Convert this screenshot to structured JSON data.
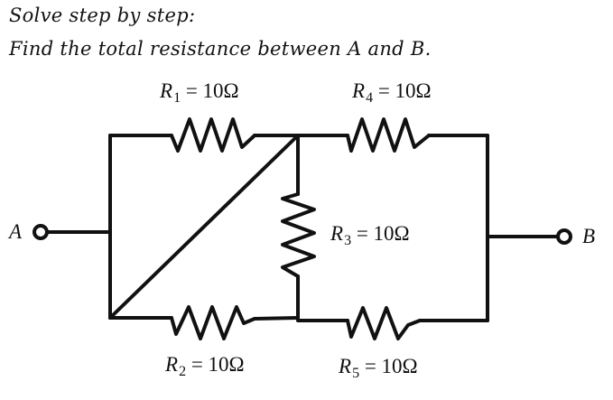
{
  "problem": {
    "line1": "Solve step by step:",
    "line2": "Find the total resistance between A and B."
  },
  "terminals": {
    "a": "A",
    "b": "B"
  },
  "resistors": [
    {
      "id": "R1",
      "symbol": "R",
      "subscript": "1",
      "eq": "= 10Ω"
    },
    {
      "id": "R2",
      "symbol": "R",
      "subscript": "2",
      "eq": "= 10Ω"
    },
    {
      "id": "R3",
      "symbol": "R",
      "subscript": "3",
      "eq": "= 10Ω"
    },
    {
      "id": "R4",
      "symbol": "R",
      "subscript": "4",
      "eq": "= 10Ω"
    },
    {
      "id": "R5",
      "symbol": "R",
      "subscript": "5",
      "eq": "= 10Ω"
    }
  ],
  "colors": {
    "ink": "#111111",
    "background": "#ffffff"
  }
}
